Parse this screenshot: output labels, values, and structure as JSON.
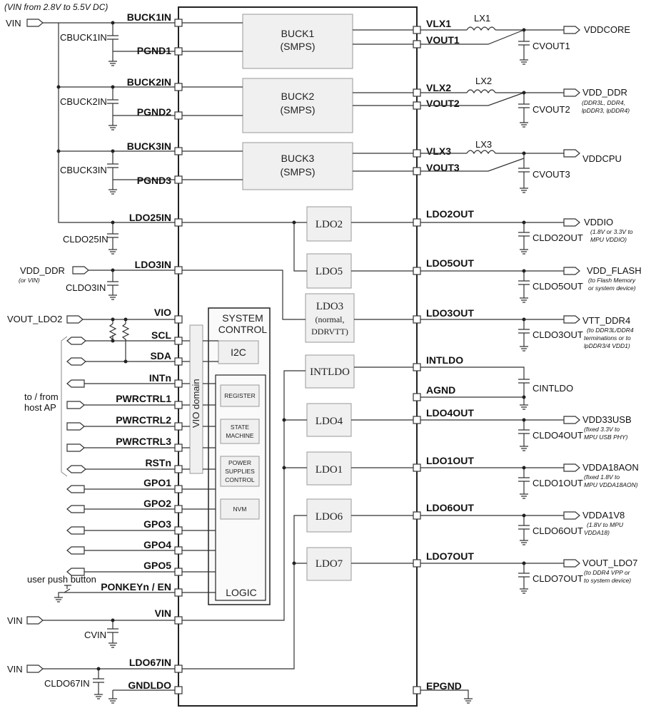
{
  "header": {
    "vin_range": "(VIN from 2.8V to 5.5V DC)"
  },
  "blocks": {
    "buck1": [
      "BUCK1",
      "(SMPS)"
    ],
    "buck2": [
      "BUCK2",
      "(SMPS)"
    ],
    "buck3": [
      "BUCK3",
      "(SMPS)"
    ],
    "ldo2": "LDO2",
    "ldo5": "LDO5",
    "ldo3": [
      "LDO3",
      "(normal,",
      "DDRVTT)"
    ],
    "intldo": "INTLDO",
    "ldo4": "LDO4",
    "ldo1": "LDO1",
    "ldo6": "LDO6",
    "ldo7": "LDO7",
    "system_control": [
      "SYSTEM",
      "CONTROL"
    ],
    "i2c": "I2C",
    "vio_domain": "VIO domain",
    "register": "REGISTER",
    "state_machine": [
      "STATE",
      "MACHINE"
    ],
    "power_supplies_control": [
      "POWER",
      "SUPPLIES",
      "CONTROL"
    ],
    "nvm": "NVM",
    "logic": "LOGIC"
  },
  "left_pins": [
    "BUCK1IN",
    "PGND1",
    "BUCK2IN",
    "PGND2",
    "BUCK3IN",
    "PGND3",
    "LDO25IN",
    "LDO3IN",
    "VIO",
    "SCL",
    "SDA",
    "INTn",
    "PWRCTRL1",
    "PWRCTRL2",
    "PWRCTRL3",
    "RSTn",
    "GPO1",
    "GPO2",
    "GPO3",
    "GPO4",
    "GPO5",
    "PONKEYn / EN",
    "VIN",
    "LDO67IN",
    "GNDLDO"
  ],
  "right_pins": [
    "VLX1",
    "VOUT1",
    "VLX2",
    "VOUT2",
    "VLX3",
    "VOUT3",
    "LDO2OUT",
    "LDO5OUT",
    "LDO3OUT",
    "INTLDO",
    "AGND",
    "LDO4OUT",
    "LDO1OUT",
    "LDO6OUT",
    "LDO7OUT",
    "EPGND"
  ],
  "left_labels": {
    "vin_top": "VIN",
    "cbuck1in": "CBUCK1IN",
    "cbuck2in": "CBUCK2IN",
    "cbuck3in": "CBUCK3IN",
    "cldo25in": "CLDO25IN",
    "vdd_ddr_in": "VDD_DDR",
    "vdd_ddr_note": "(or VIN)",
    "cldo3in": "CLDO3IN",
    "vout_ldo2": "VOUT_LDO2",
    "host_ap": [
      "to / from",
      "host AP"
    ],
    "user_push_button": "user push button",
    "vin_mid": "VIN",
    "cvin": "CVIN",
    "vin_bot": "VIN",
    "cldo67in": "CLDO67IN"
  },
  "right_labels": {
    "lx1": "LX1",
    "lx2": "LX2",
    "lx3": "LX3",
    "cvout1": "CVOUT1",
    "cvout2": "CVOUT2",
    "cvout3": "CVOUT3",
    "cldo2out": "CLDO2OUT",
    "cldo5out": "CLDO5OUT",
    "cldo3out": "CLDO3OUT",
    "cintldo": "CINTLDO",
    "cldo4out": "CLDO4OUT",
    "cldo1out": "CLDO1OUT",
    "cldo6out": "CLDO6OUT",
    "cldo7out": "CLDO7OUT"
  },
  "outputs": {
    "vddcore": "VDDCORE",
    "vdd_ddr": "VDD_DDR",
    "vdd_ddr_note": "(DDR3L, DDR4,",
    "vdd_ddr_note2": "lpDDR3, lpDDR4)",
    "vddcpu": "VDDCPU",
    "vddio": "VDDIO",
    "vddio_note": [
      "(1.8V or 3.3V to",
      "MPU VDDIO)"
    ],
    "vdd_flash": "VDD_FLASH",
    "vdd_flash_note": [
      "(to Flash Memory",
      "or system device)"
    ],
    "vtt_ddr4": "VTT_DDR4",
    "vtt_ddr4_note": [
      "(to DDR3L/DDR4",
      "terminations or to",
      "lpDDR3/4 VDD1)"
    ],
    "vdd33usb": "VDD33USB",
    "vdd33usb_note": [
      "(fixed 3.3V to",
      "MPU USB PHY)"
    ],
    "vdda18aon": "VDDA18AON",
    "vdda18aon_note": [
      "(fixed 1.8V to",
      "MPU VDDA18AON)"
    ],
    "vdda1v8": "VDDA1V8",
    "vdda1v8_note": [
      "(1.8V to MPU",
      "VDDA18)"
    ],
    "vout_ldo7": "VOUT_LDO7",
    "vout_ldo7_note": [
      "(to DDR4 VPP or",
      "to system device)"
    ]
  }
}
